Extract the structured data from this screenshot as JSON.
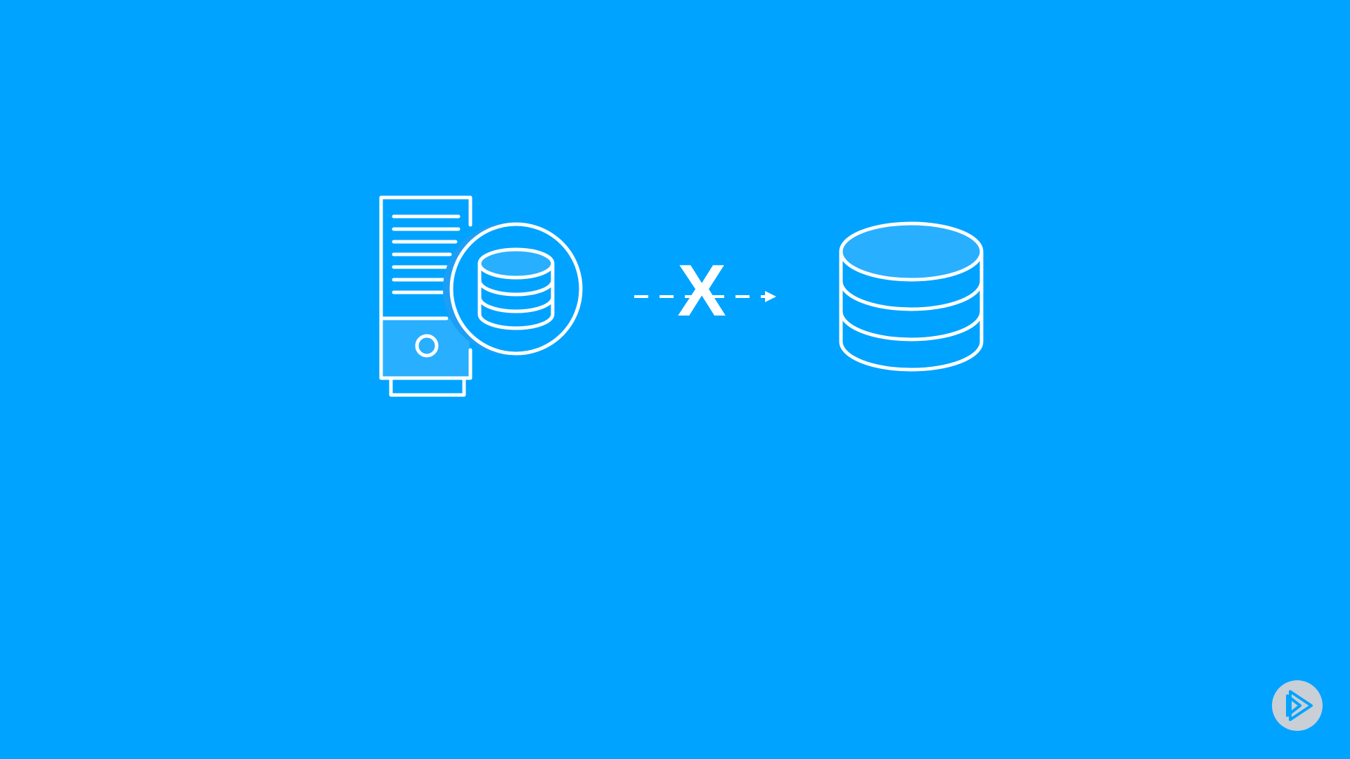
{
  "slide": {
    "background": "#00a3ff",
    "accent_fill": "#29afff",
    "stroke_color": "#ffffff"
  },
  "diagram": {
    "source": {
      "icon": "database-server-icon"
    },
    "connection": {
      "style": "dashed-arrow",
      "status_mark": "X",
      "status": "blocked"
    },
    "target": {
      "icon": "database-icon"
    }
  },
  "brand": {
    "icon": "pluralsight-play-icon",
    "badge_color": "#c8cfd6",
    "icon_color": "#00a3ff"
  }
}
